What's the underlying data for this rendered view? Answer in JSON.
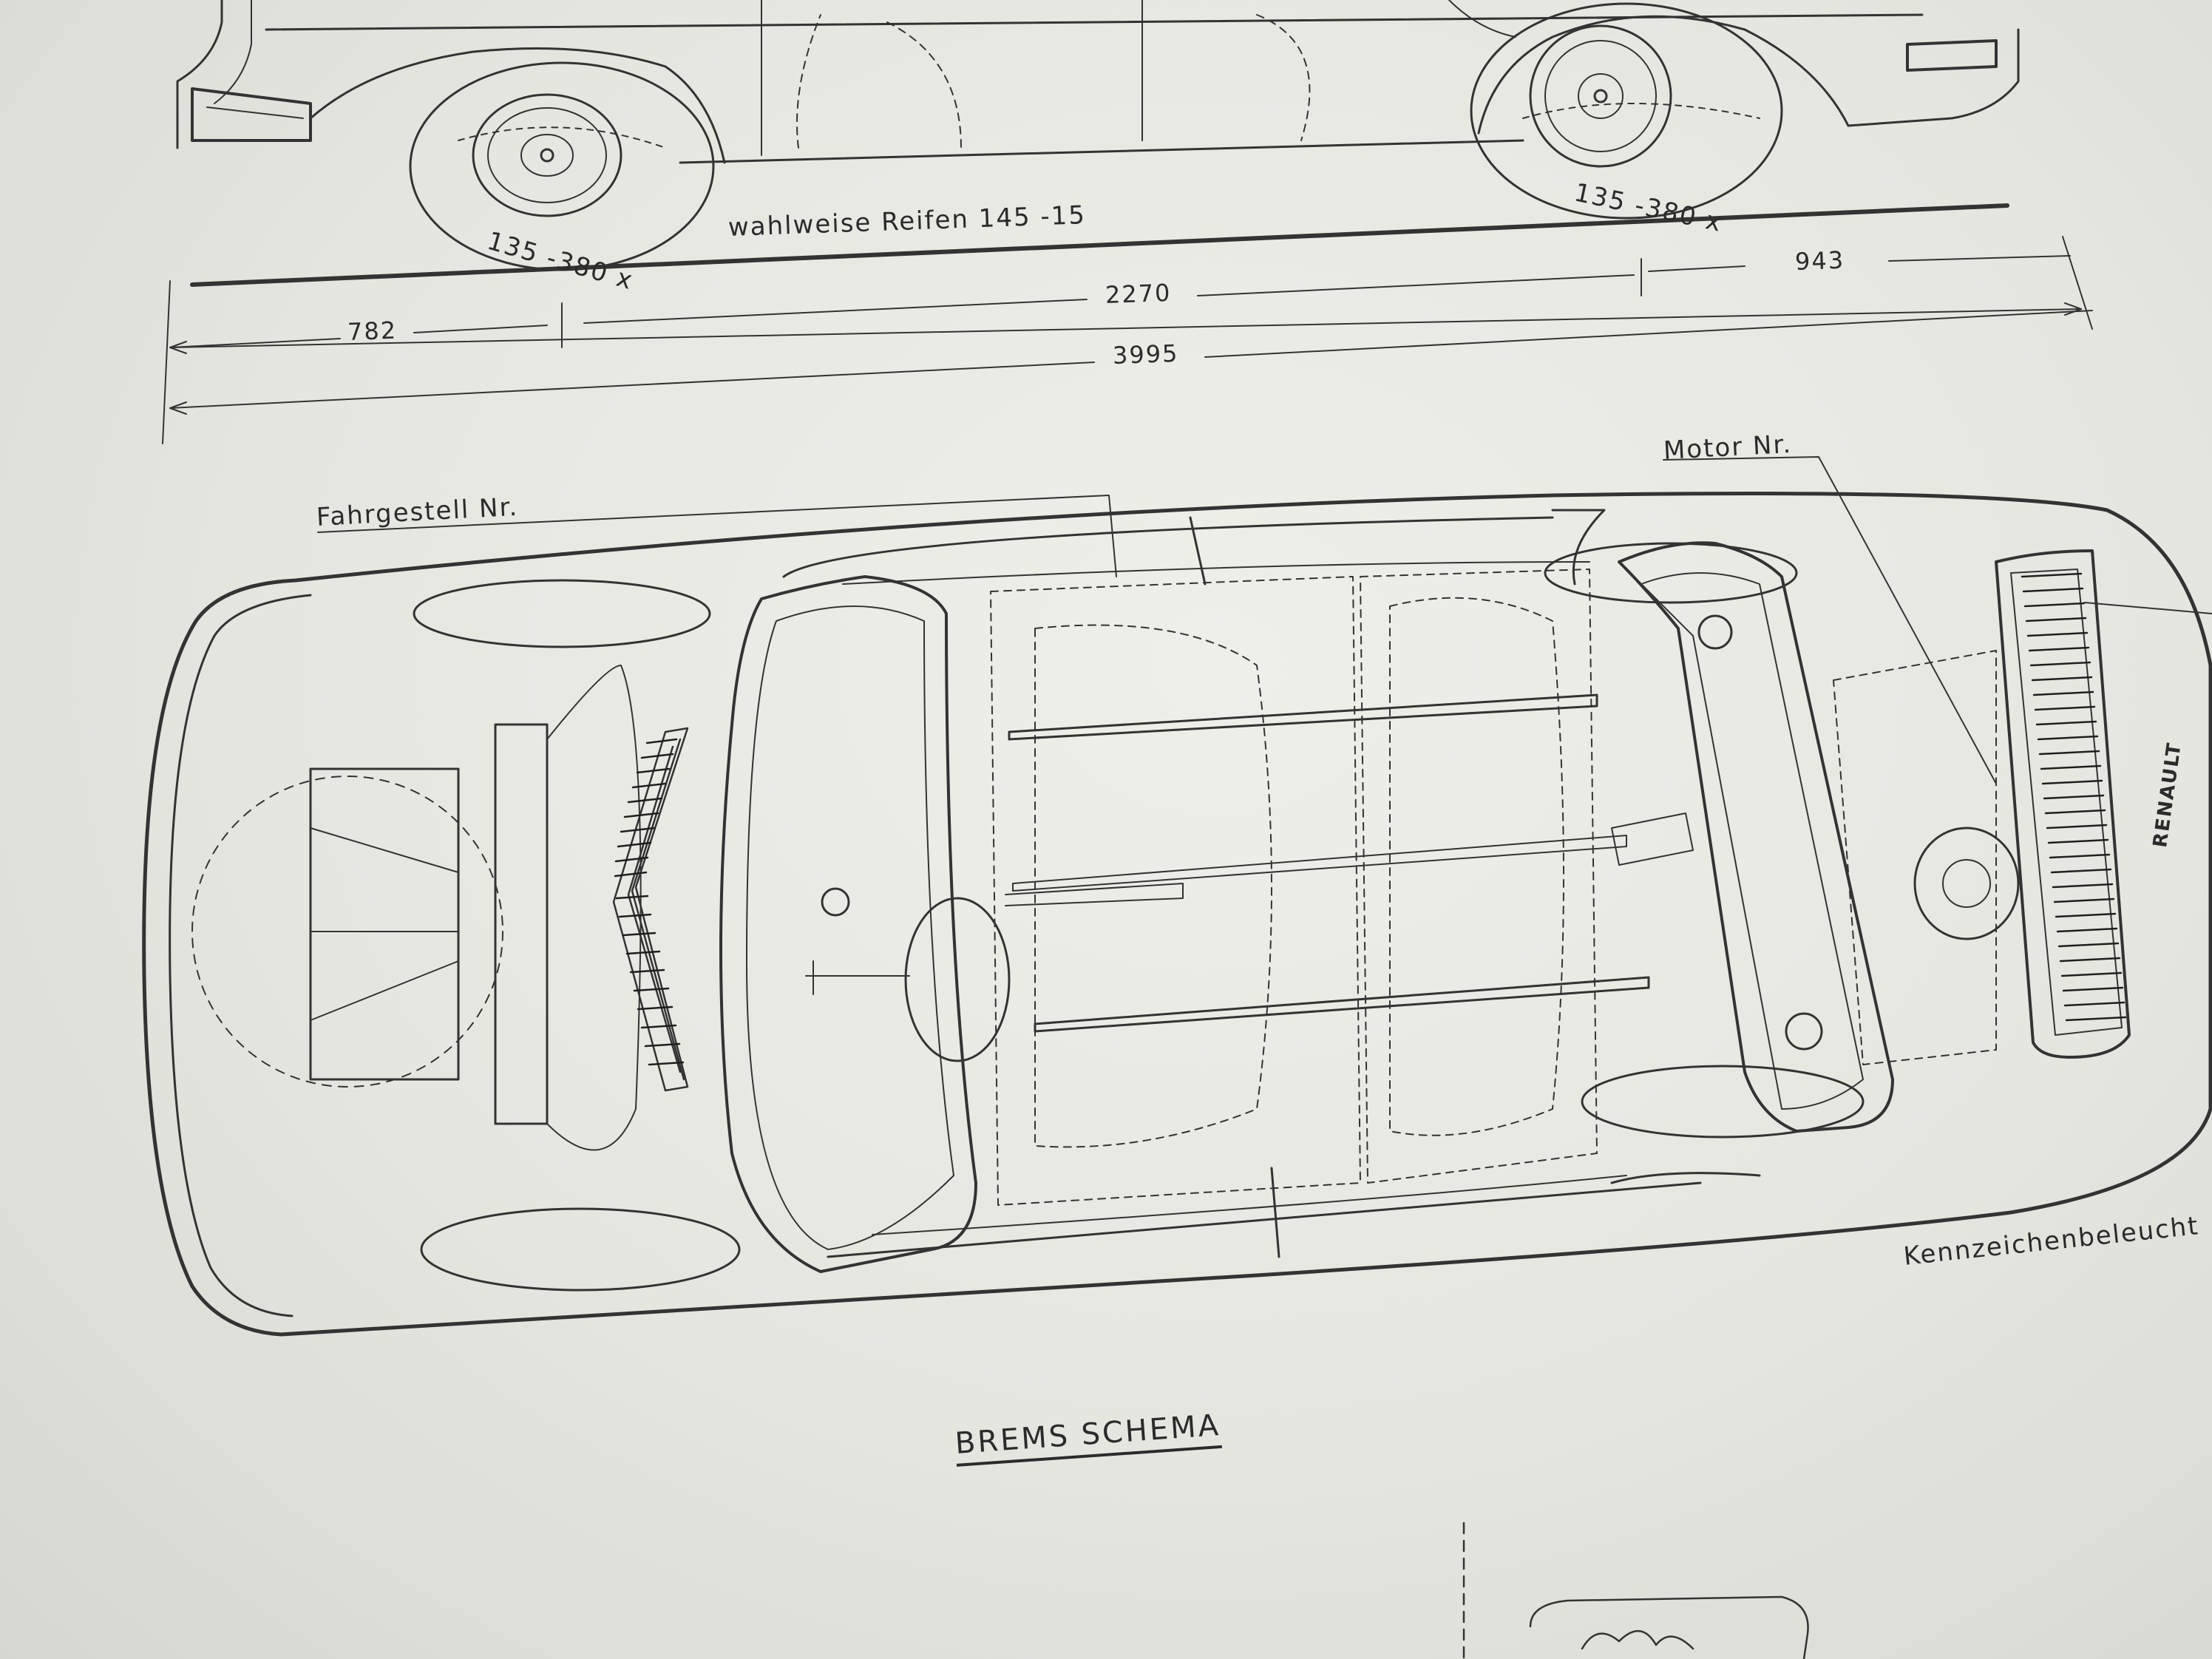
{
  "drawing": {
    "side_view": {
      "tire_front": "135 -380 x",
      "tire_rear": "135 -380 x",
      "tire_option": "wahlweise  Reifen  145 -15"
    },
    "dimensions": {
      "front_overhang": "782",
      "wheelbase": "2270",
      "rear_overhang": "943",
      "overall_length": "3995"
    },
    "top_view": {
      "chassis_number": "Fahrgestell  Nr.",
      "engine_number": "Motor Nr.",
      "plate_light": "Kennzeichenbeleucht",
      "brand": "RENAULT"
    },
    "section_title": "BREMS SCHEMA"
  },
  "colors": {
    "paper": "#e9e9e4",
    "ink": "#2b2b2b"
  }
}
